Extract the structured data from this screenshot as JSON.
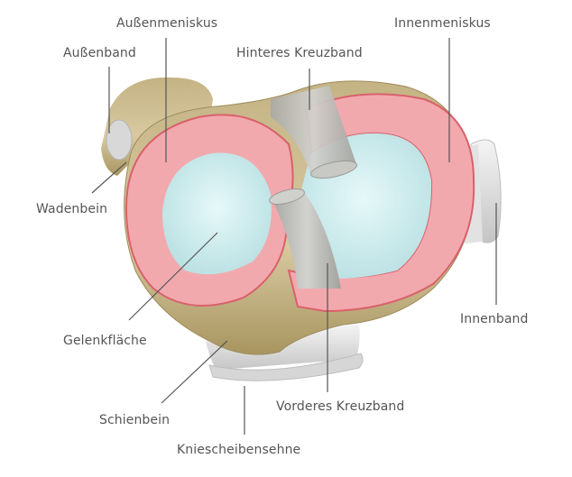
{
  "diagram": {
    "subject": "Kniegelenk – Aufsicht auf Schienbeinplateau mit Menisken",
    "colors": {
      "bone": "#c9b88e",
      "bone_dark": "#9e8c5c",
      "meniscus": "#f2a9ae",
      "meniscus_edge": "#d9616b",
      "cartilage": "#cfeef0",
      "ligament": "#bcbcb8",
      "label_text": "#555555",
      "leader_line": "#555555"
    },
    "labels": {
      "aussenmeniskus": "Außenmeniskus",
      "innenmeniskus": "Innenmeniskus",
      "aussenband": "Außenband",
      "hinteres_kreuzband": "Hinteres Kreuzband",
      "wadenbein": "Wadenbein",
      "gelenkflaeche": "Gelenkfläche",
      "innenband": "Innenband",
      "schienbein": "Schienbein",
      "vorderes_kreuzband": "Vorderes Kreuzband",
      "kniescheibensehne": "Kniescheibensehne"
    }
  }
}
